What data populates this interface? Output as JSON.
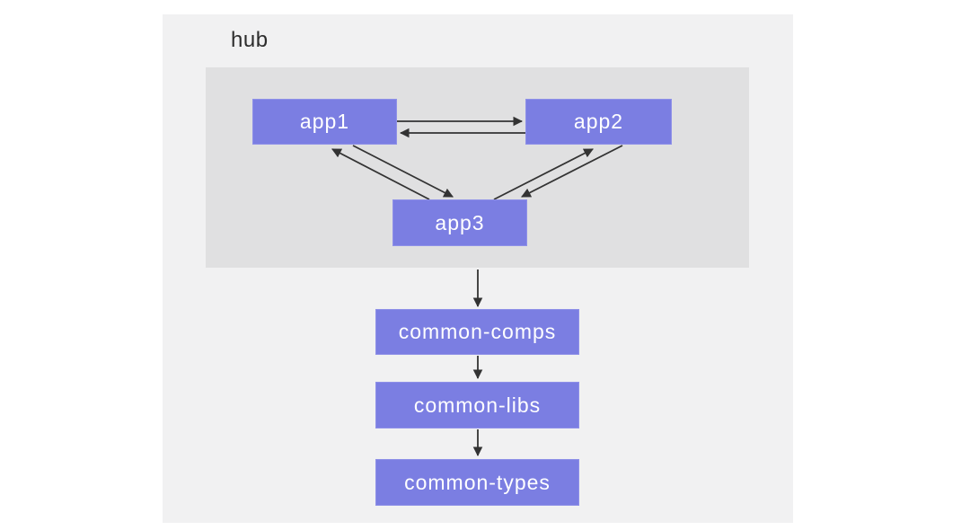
{
  "diagram": {
    "group": {
      "label": "hub"
    },
    "nodes": [
      {
        "id": "app1",
        "label": "app1"
      },
      {
        "id": "app2",
        "label": "app2"
      },
      {
        "id": "app3",
        "label": "app3"
      },
      {
        "id": "common-comps",
        "label": "common-comps"
      },
      {
        "id": "common-libs",
        "label": "common-libs"
      },
      {
        "id": "common-types",
        "label": "common-types"
      }
    ],
    "edges": [
      {
        "from": "app1",
        "to": "app2"
      },
      {
        "from": "app2",
        "to": "app1"
      },
      {
        "from": "app1",
        "to": "app3"
      },
      {
        "from": "app3",
        "to": "app1"
      },
      {
        "from": "app3",
        "to": "app2"
      },
      {
        "from": "app2",
        "to": "app3"
      },
      {
        "from": "app3",
        "to": "common-comps"
      },
      {
        "from": "common-comps",
        "to": "common-libs"
      },
      {
        "from": "common-libs",
        "to": "common-types"
      }
    ],
    "colors": {
      "node_fill": "#7b7ee2",
      "node_text": "#ffffff",
      "group_fill": "#e0e0e1",
      "container_fill": "#f1f1f2",
      "edge": "#333333",
      "label_text": "#2d2d2d"
    }
  }
}
